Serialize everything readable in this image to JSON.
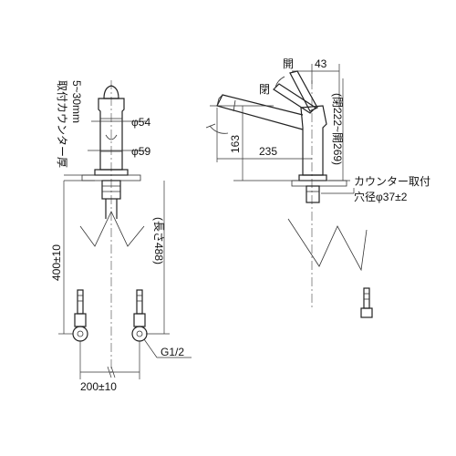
{
  "front_view": {
    "counter_thickness_label": "取付カウンター厚",
    "counter_thickness_value": "5~30mm",
    "diameter_upper": "φ54",
    "diameter_lower": "φ59",
    "hose_height": "400±10",
    "hose_length": "(長さ488)",
    "thread": "G1/2",
    "hose_spacing": "200±10"
  },
  "side_view": {
    "open_label_top": "開",
    "close_label": "閉",
    "width_top": "43",
    "height_base": "163",
    "spout_reach": "235",
    "height_range": "(閉222~開269)",
    "counter_hole_label": "カウンター取付",
    "counter_hole_value": "穴径φ37±2"
  }
}
